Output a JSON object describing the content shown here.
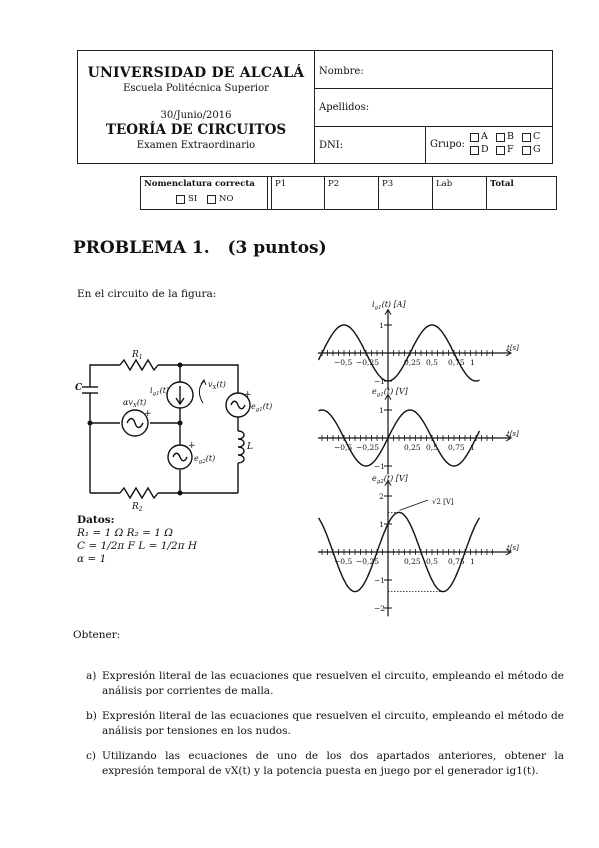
{
  "header": {
    "university": "UNIVERSIDAD DE ALCALÁ",
    "school": "Escuela Politécnica Superior",
    "date": "30/Junio/2016",
    "subject": "TEORÍA DE CIRCUITOS",
    "exam": "Examen Extraordinario",
    "nombre_label": "Nombre:",
    "apellidos_label": "Apellidos:",
    "dni_label": "DNI:",
    "grupo_label": "Grupo:",
    "groups": [
      "A",
      "B",
      "C",
      "D",
      "F",
      "G"
    ]
  },
  "score_table": {
    "nomenclatura": "Nomenclatura correcta",
    "si": "SI",
    "no": "NO",
    "cols": [
      "P1",
      "P2",
      "P3",
      "Lab",
      "Total"
    ]
  },
  "problem": {
    "title": "PROBLEMA 1.",
    "points": "(3 puntos)",
    "intro": "En el circuito de la figura:"
  },
  "circuit": {
    "R1": "R",
    "R1_sub": "1",
    "R2": "R",
    "R2_sub": "2",
    "C": "C",
    "L": "L",
    "dep_source": "αv",
    "dep_source_sub": "X",
    "dep_source_tail": "(t)",
    "ig1": "i",
    "ig1_sub": "g1",
    "ig1_tail": "(t)",
    "vx": "v",
    "vx_sub": "X",
    "vx_tail": "(t)",
    "eg1": "e",
    "eg1_sub": "g1",
    "eg1_tail": "(t)",
    "eg2": "e",
    "eg2_sub": "g2",
    "eg2_tail": "(t)",
    "plus": "+"
  },
  "datos": {
    "title": "Datos:",
    "line1": "R₁ = 1 Ω    R₂ = 1 Ω",
    "line2": "C = 1/2π F   L = 1/2π H",
    "line3": "α = 1"
  },
  "graphs": {
    "g1_label": "i",
    "g1_sub": "g1",
    "g1_tail": "(t) [A]",
    "g2_label": "e",
    "g2_sub": "g1",
    "g2_tail": "(t) [V]",
    "g3_label": "e",
    "g3_sub": "g2",
    "g3_tail": "(t) [V]",
    "t_label": "t[s]",
    "sqrt2_note": "√2 [V]",
    "ticks_x": [
      "−0,5",
      "−0,25",
      "0,25",
      "0,5",
      "0,75",
      "1"
    ],
    "ticks_y1": [
      "1",
      "−1"
    ],
    "ticks_y3": [
      "2",
      "1",
      "−1",
      "−2"
    ]
  },
  "obtener": "Obtener:",
  "items": [
    {
      "label": "a)",
      "text": "Expresión literal de las ecuaciones que resuelven el circuito, empleando el método de análisis por corrientes de malla."
    },
    {
      "label": "b)",
      "text": "Expresión literal de las ecuaciones que resuelven el circuito, empleando el método de análisis por tensiones en los nudos."
    },
    {
      "label": "c)",
      "text": "Utilizando las ecuaciones de uno de los dos apartados anteriores, obtener la expresión temporal de vX(t) y la potencia puesta en juego por el generador ig1(t)."
    }
  ]
}
